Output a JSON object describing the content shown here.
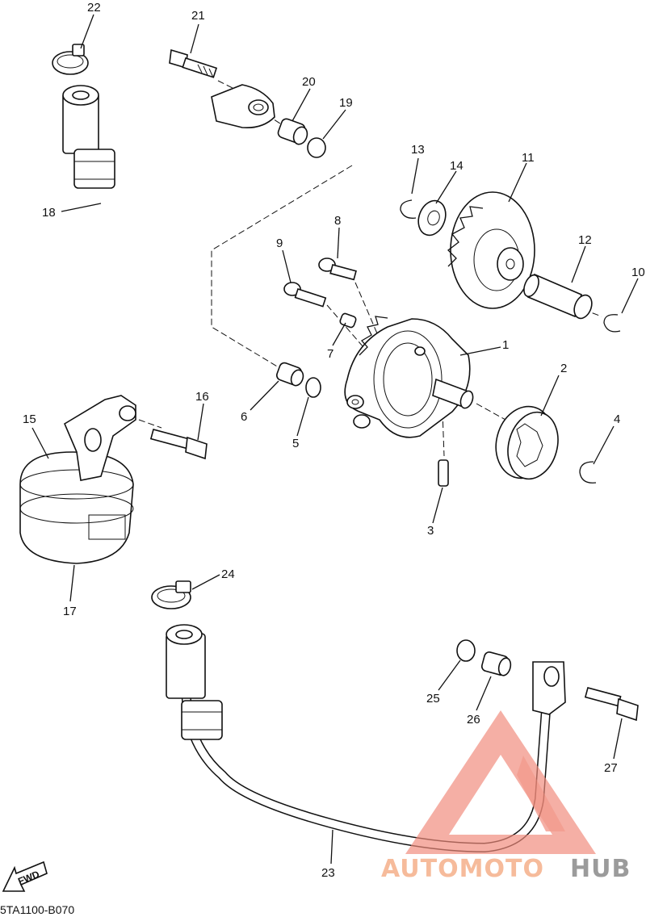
{
  "diagram": {
    "drawing_code": "5TA1100-B070",
    "fwd_label": "FWD",
    "callouts": [
      "1",
      "2",
      "3",
      "4",
      "5",
      "6",
      "7",
      "8",
      "9",
      "10",
      "11",
      "12",
      "13",
      "14",
      "15",
      "16",
      "17",
      "18",
      "19",
      "20",
      "21",
      "22",
      "23",
      "24",
      "25",
      "26",
      "27"
    ]
  },
  "watermark": {
    "part1": "AUTOMOTO",
    "part2": "HUB",
    "color_primary": "#f08a7a",
    "color_secondary": "#8a8a8a"
  }
}
